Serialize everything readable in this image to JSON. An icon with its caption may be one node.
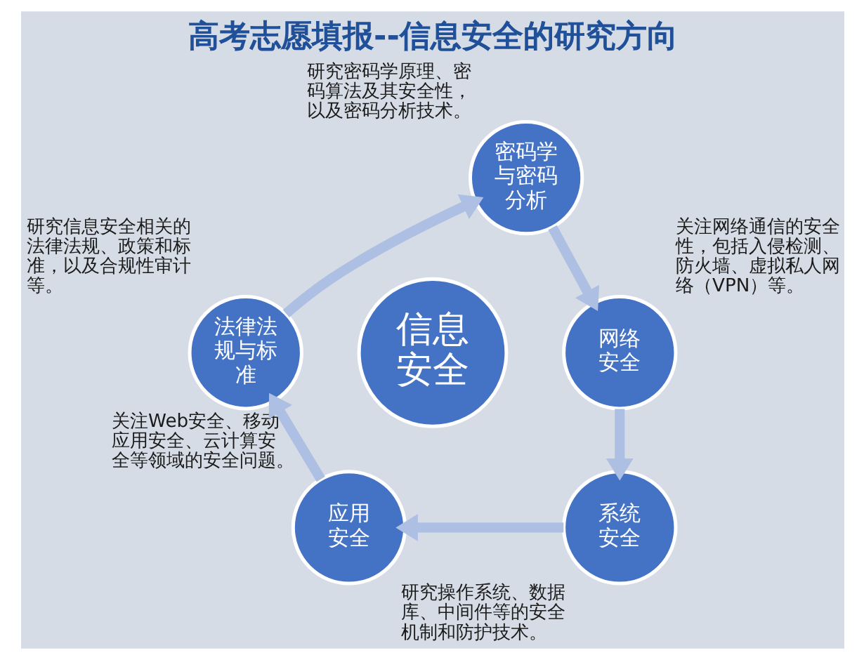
{
  "diagram": {
    "title": "高考志愿填报--信息安全的研究方向",
    "nodes": [
      {
        "text": [
          "密码学与密码分析"
        ],
        "beside": [
          "研究密码学原理、密码算法及其安全性，以及密码分析技术。"
        ]
      },
      {
        "text": [
          "法律法规与标准"
        ],
        "beside": [
          "研究信息安全相关的法律法规、政策和标准，以及合规性审计等。"
        ]
      },
      {
        "text": [
          "信息安全"
        ]
      },
      {
        "text": [
          "网络安全"
        ],
        "beside": [
          "关注网络通信的安全性，包括入侵检测、防火墙、虚拟私人网络（VPN）等。"
        ]
      },
      {
        "text": [
          "应用安全"
        ],
        "beside": [
          "关注Web安全、移动应用安全、云计算安全等领域的安全问题。"
        ]
      },
      {
        "text": [
          "系统安全"
        ],
        "beside": [
          "研究操作系统、数据库、中间件等的安全机制和防护技术。"
        ]
      }
    ],
    "edges": [
      {
        "from": 0,
        "to": 3,
        "arrow": "to"
      },
      {
        "from": 3,
        "to": 5,
        "arrow": "to"
      },
      {
        "from": 5,
        "to": 4,
        "arrow": "to"
      },
      {
        "from": 4,
        "to": 1,
        "arrow": "to"
      },
      {
        "from": 1,
        "to": 0,
        "arrow": "to"
      }
    ]
  }
}
